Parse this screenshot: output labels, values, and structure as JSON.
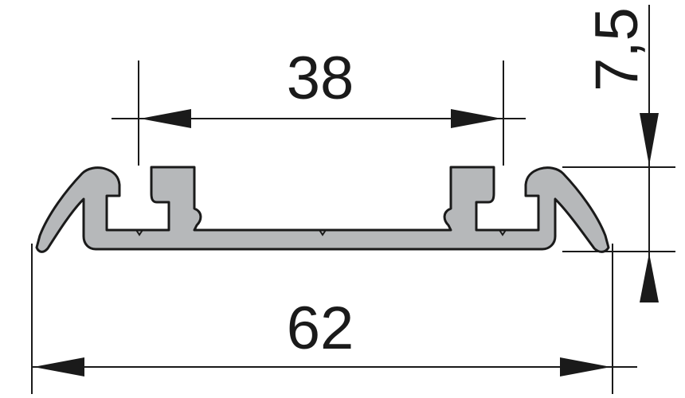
{
  "dimensions": {
    "inner_width": "38",
    "overall_width": "62",
    "height": "7,5"
  },
  "colors": {
    "profile_fill": "#b6b8ba",
    "line": "#1a1a1a",
    "background": "#ffffff"
  }
}
